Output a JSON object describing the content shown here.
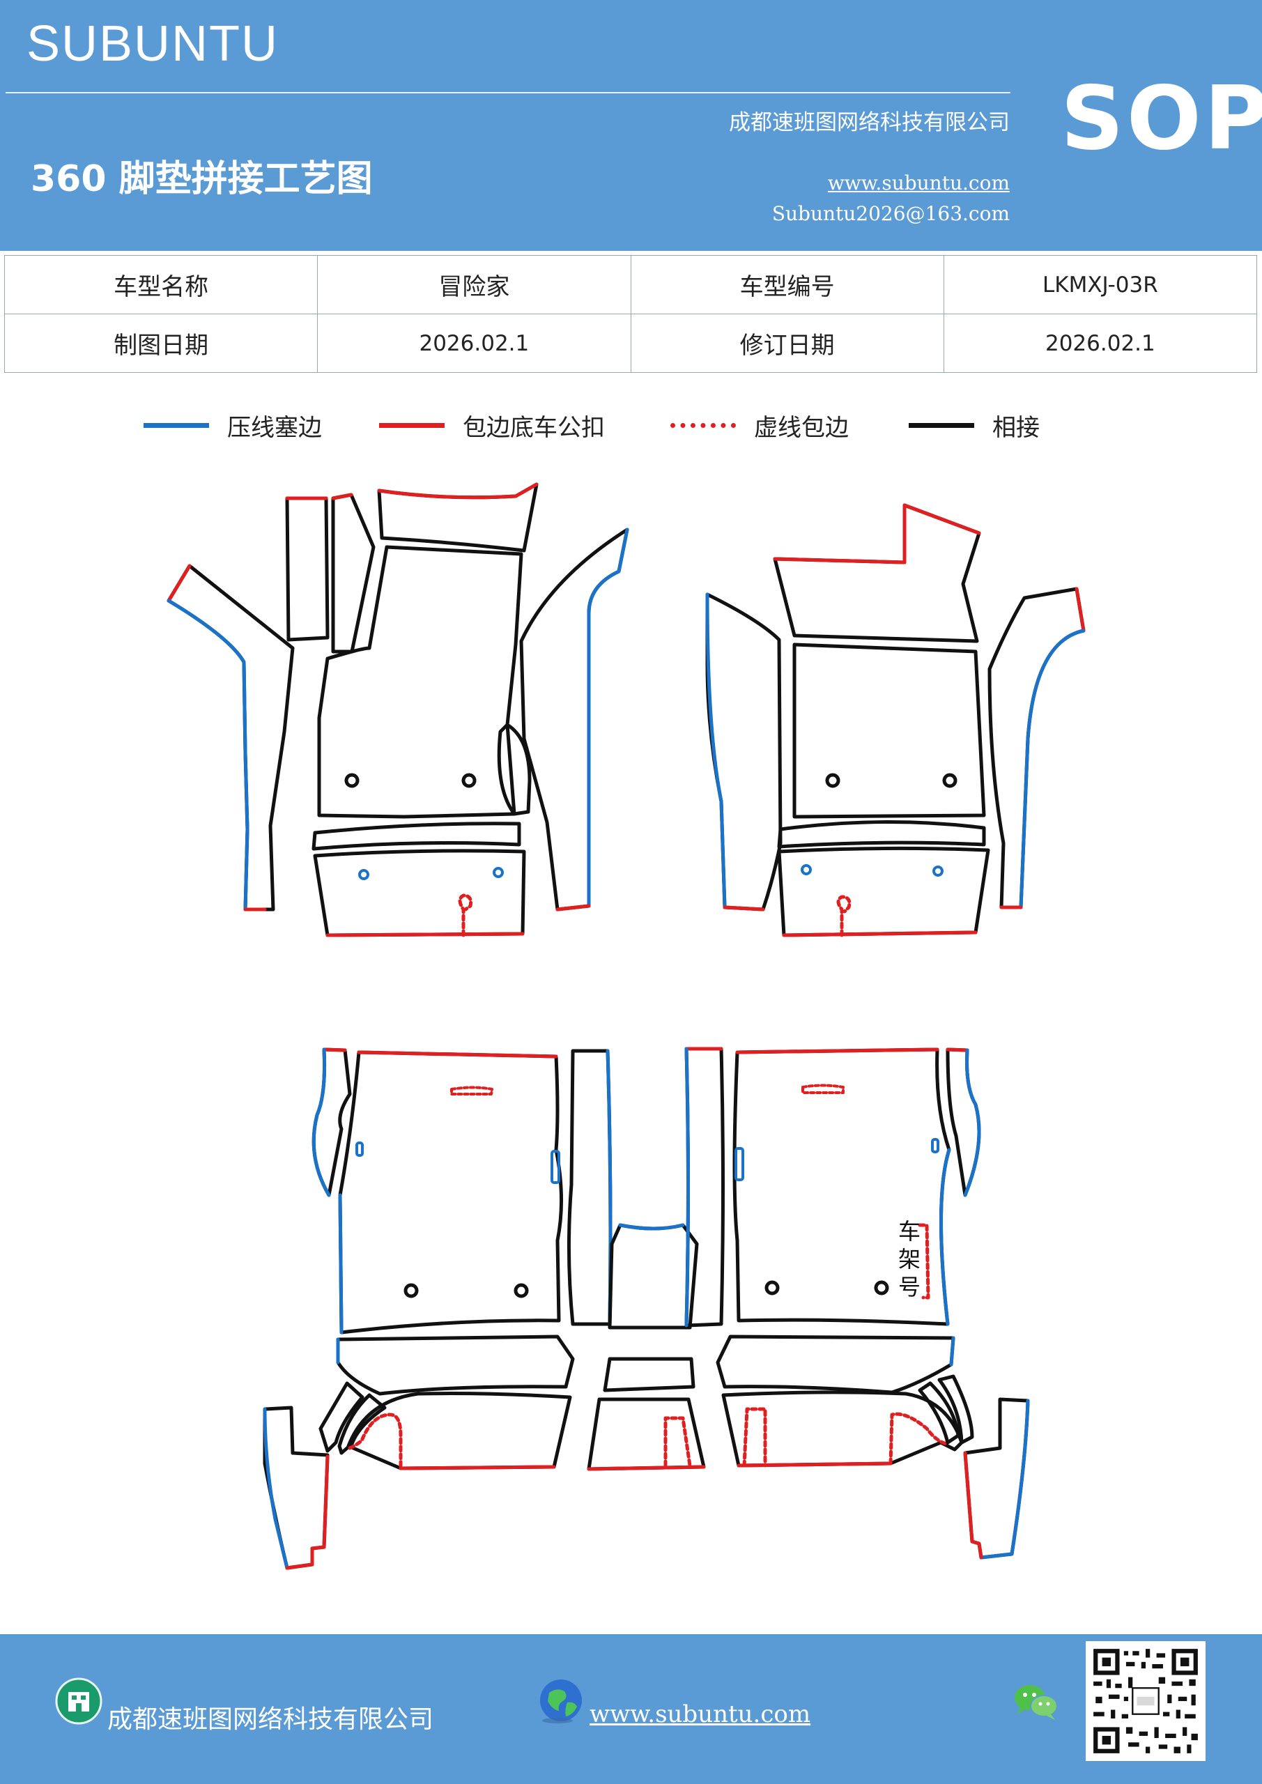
{
  "header": {
    "brand": "SUBUNTU",
    "company": "成都速班图网络科技有限公司",
    "title": "360 脚垫拼接工艺图",
    "website": "www.subuntu.com",
    "email": "Subuntu2026@163.com",
    "sop": "SOP",
    "background_color": "#5b9bd5"
  },
  "info_table": {
    "rows": [
      [
        "车型名称",
        "冒险家",
        "车型编号",
        "LKMXJ-03R"
      ],
      [
        "制图日期",
        "2026.02.1",
        "修订日期",
        "2026.02.1"
      ]
    ]
  },
  "legend": [
    {
      "label": "压线塞边",
      "color": "#1a73c8",
      "style": "solid"
    },
    {
      "label": "包边底车公扣",
      "color": "#e02020",
      "style": "solid"
    },
    {
      "label": "虚线包边",
      "color": "#e02020",
      "style": "dashed"
    },
    {
      "label": "相接",
      "color": "#111111",
      "style": "solid"
    }
  ],
  "diagram": {
    "frame_label": "车架号"
  },
  "footer": {
    "company": "成都速班图网络科技有限公司",
    "website": "www.subuntu.com",
    "building_icon": "building-icon",
    "globe_icon": "globe-icon",
    "wechat_icon": "wechat-icon",
    "qr_icon": "qr-code"
  }
}
